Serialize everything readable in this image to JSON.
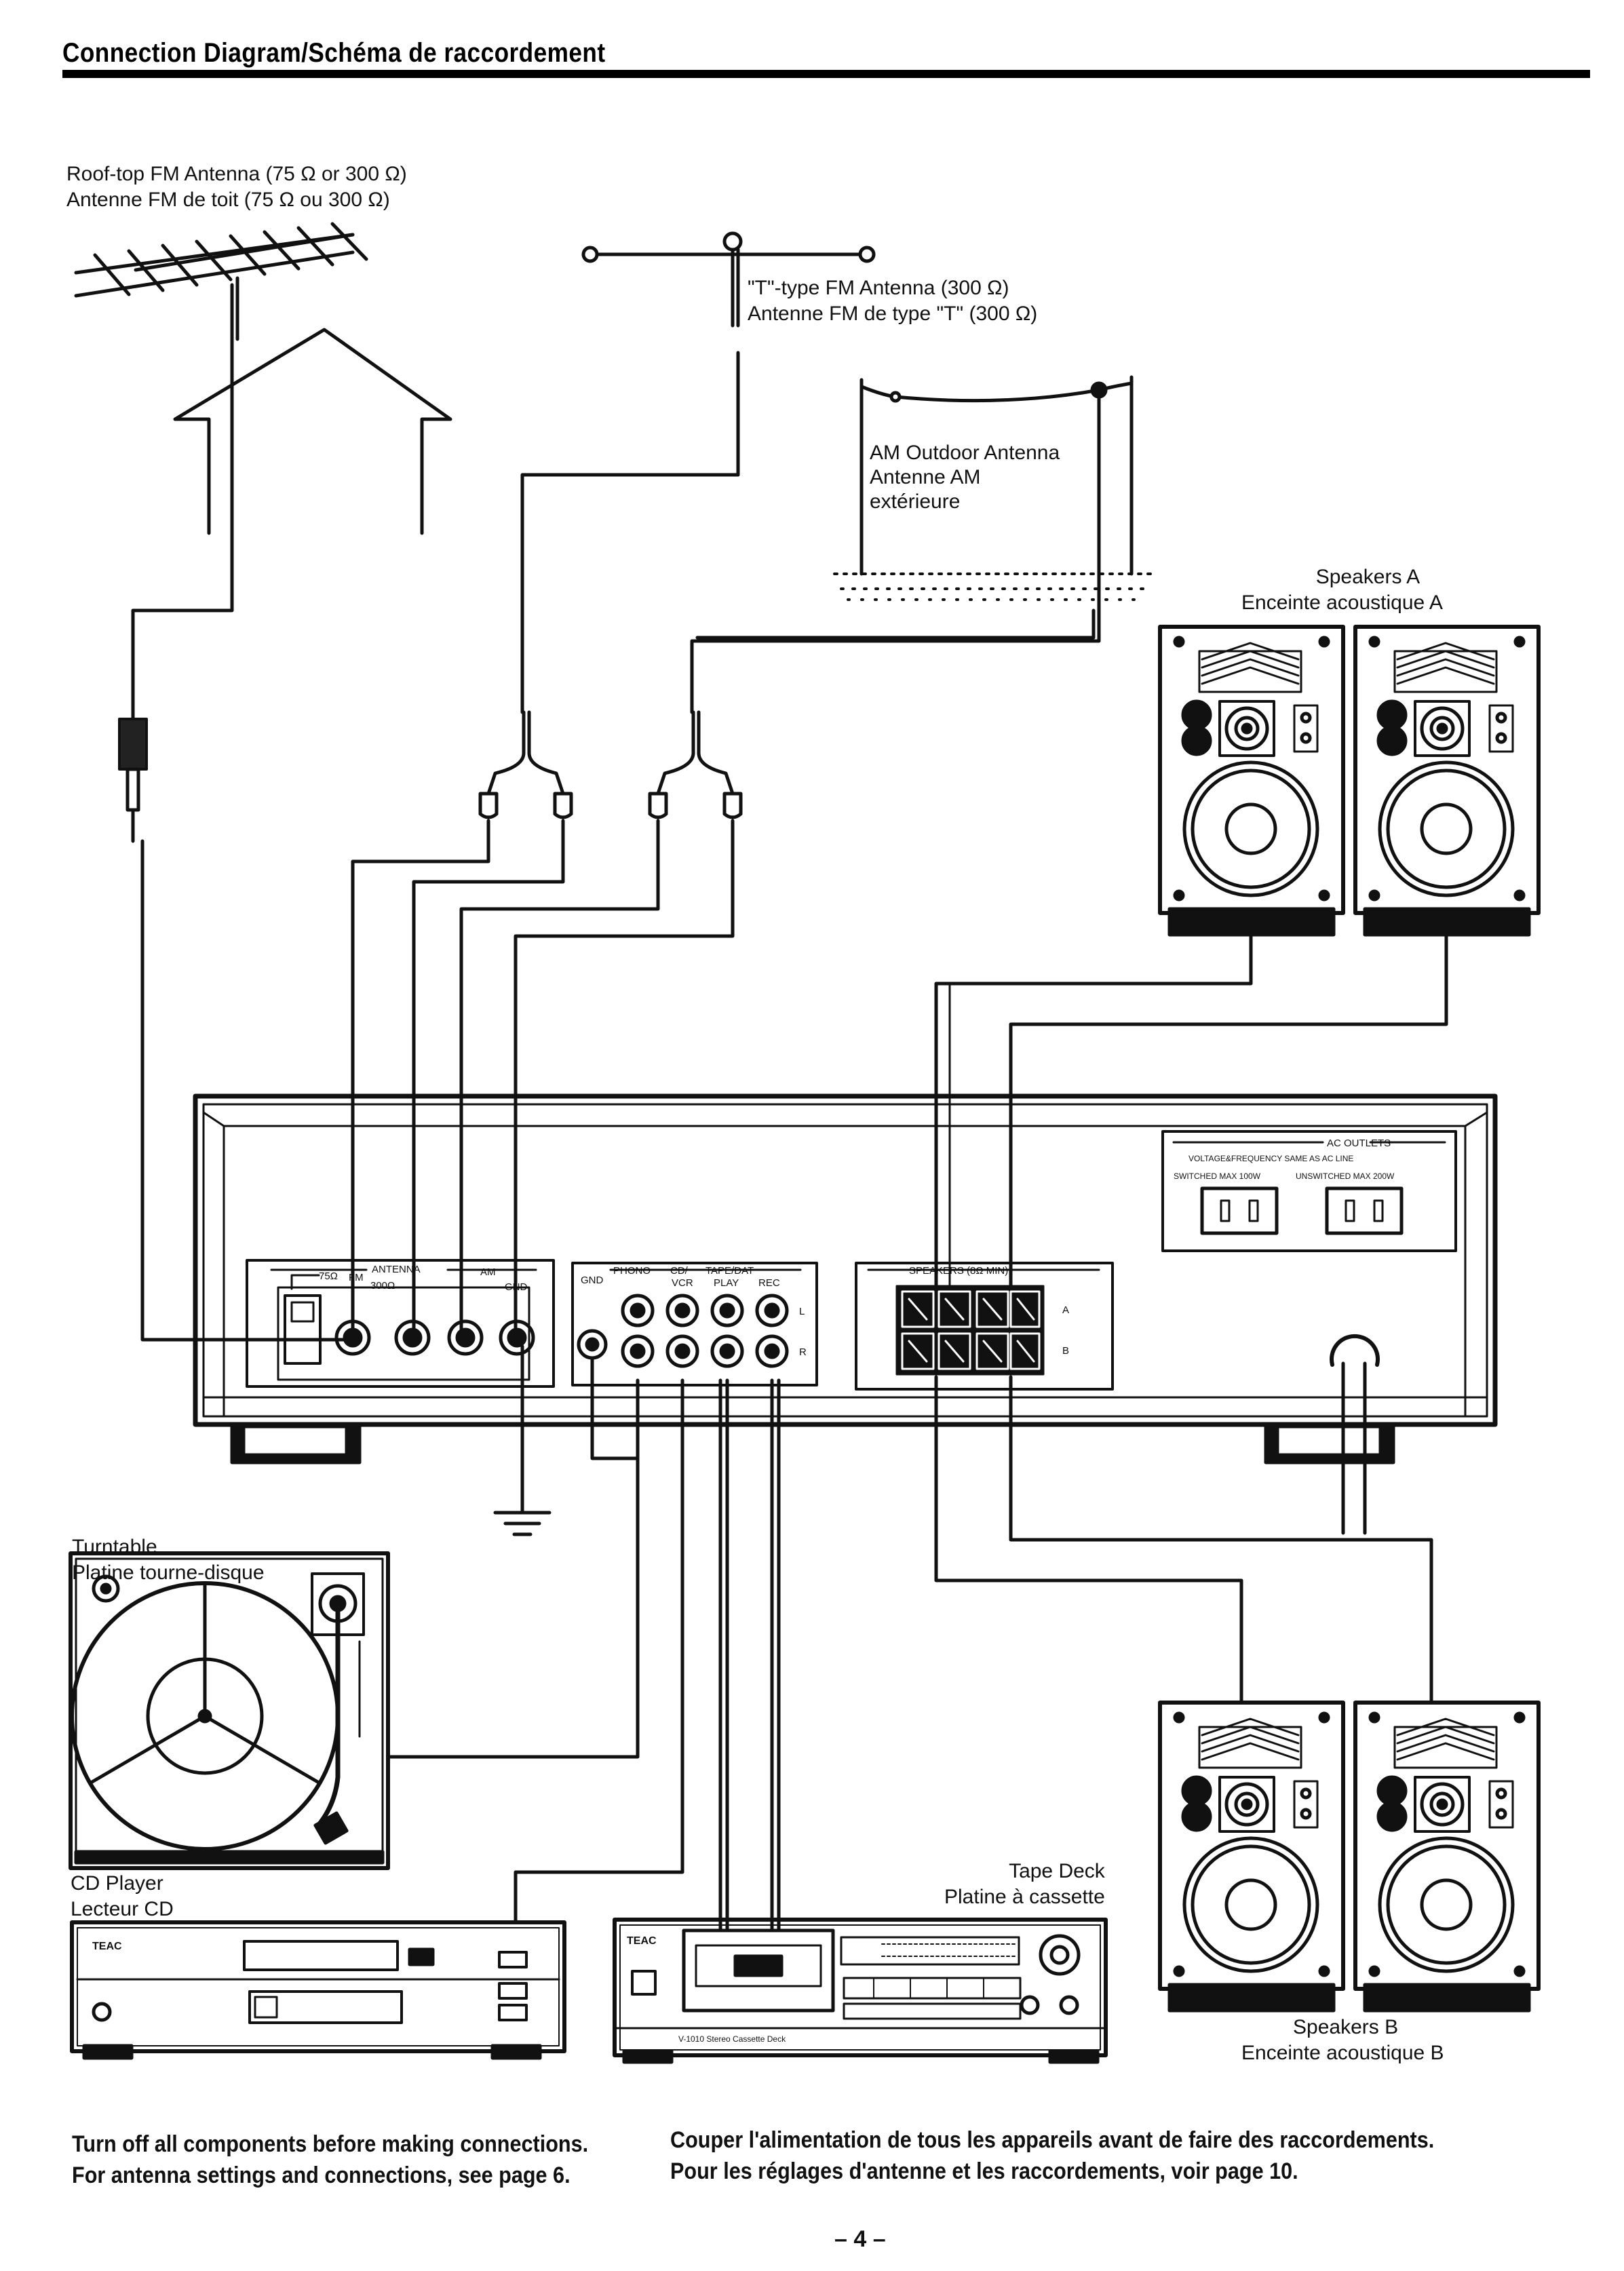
{
  "header": {
    "title": "Connection Diagram/Schéma de raccordement"
  },
  "antennas": {
    "rooftop": {
      "line1": "Roof-top FM Antenna (75 Ω or 300 Ω)",
      "line2": "Antenne FM de toit (75 Ω ou 300 Ω)"
    },
    "t_type": {
      "line1": "\"T\"-type FM Antenna (300 Ω)",
      "line2": "Antenne FM de type \"T\" (300 Ω)"
    },
    "am_outdoor": {
      "line1": "AM Outdoor Antenna",
      "line2": "Antenne AM",
      "line3": "extérieure"
    }
  },
  "speakers": {
    "a": {
      "line1": "Speakers A",
      "line2": "Enceinte acoustique A"
    },
    "b": {
      "line1": "Speakers B",
      "line2": "Enceinte acoustique B"
    }
  },
  "components": {
    "turntable": {
      "line1": "Turntable",
      "line2": "Platine tourne-disque"
    },
    "cd_player": {
      "line1": "CD Player",
      "line2": "Lecteur CD"
    },
    "tape_deck": {
      "line1": "Tape Deck",
      "line2": "Platine à cassette"
    }
  },
  "rear_panel": {
    "antenna": "ANTENNA",
    "fm": "FM",
    "ohm75": "75Ω",
    "ohm300": "300Ω",
    "am": "AM",
    "gnd": "GND",
    "gnd_left": "GND",
    "phono": "PHONO",
    "cd_vcr": "CD/",
    "vcr": "VCR",
    "tape_dat": "TAPE/DAT",
    "play": "PLAY",
    "rec": "REC",
    "l": "L",
    "r": "R",
    "speakers": "SPEAKERS (8Ω MIN)",
    "a": "A",
    "b": "B",
    "ac_outlets": "AC OUTLETS",
    "voltage_note": "VOLTAGE&FREQUENCY SAME AS AC LINE",
    "switched": "SWITCHED MAX 100W",
    "unswitched": "UNSWITCHED MAX 200W"
  },
  "devices": {
    "brand": "TEAC",
    "tape_model": "V-1010 Stereo Cassette Deck"
  },
  "notes": {
    "en_line1": "Turn off all components before making connections.",
    "en_line2": "For antenna settings and connections, see page 6.",
    "fr_line1": "Couper l'alimentation de tous les appareils avant de faire des raccordements.",
    "fr_line2": "Pour les réglages d'antenne et les raccordements, voir page 10."
  },
  "footer": {
    "page": "– 4 –"
  }
}
